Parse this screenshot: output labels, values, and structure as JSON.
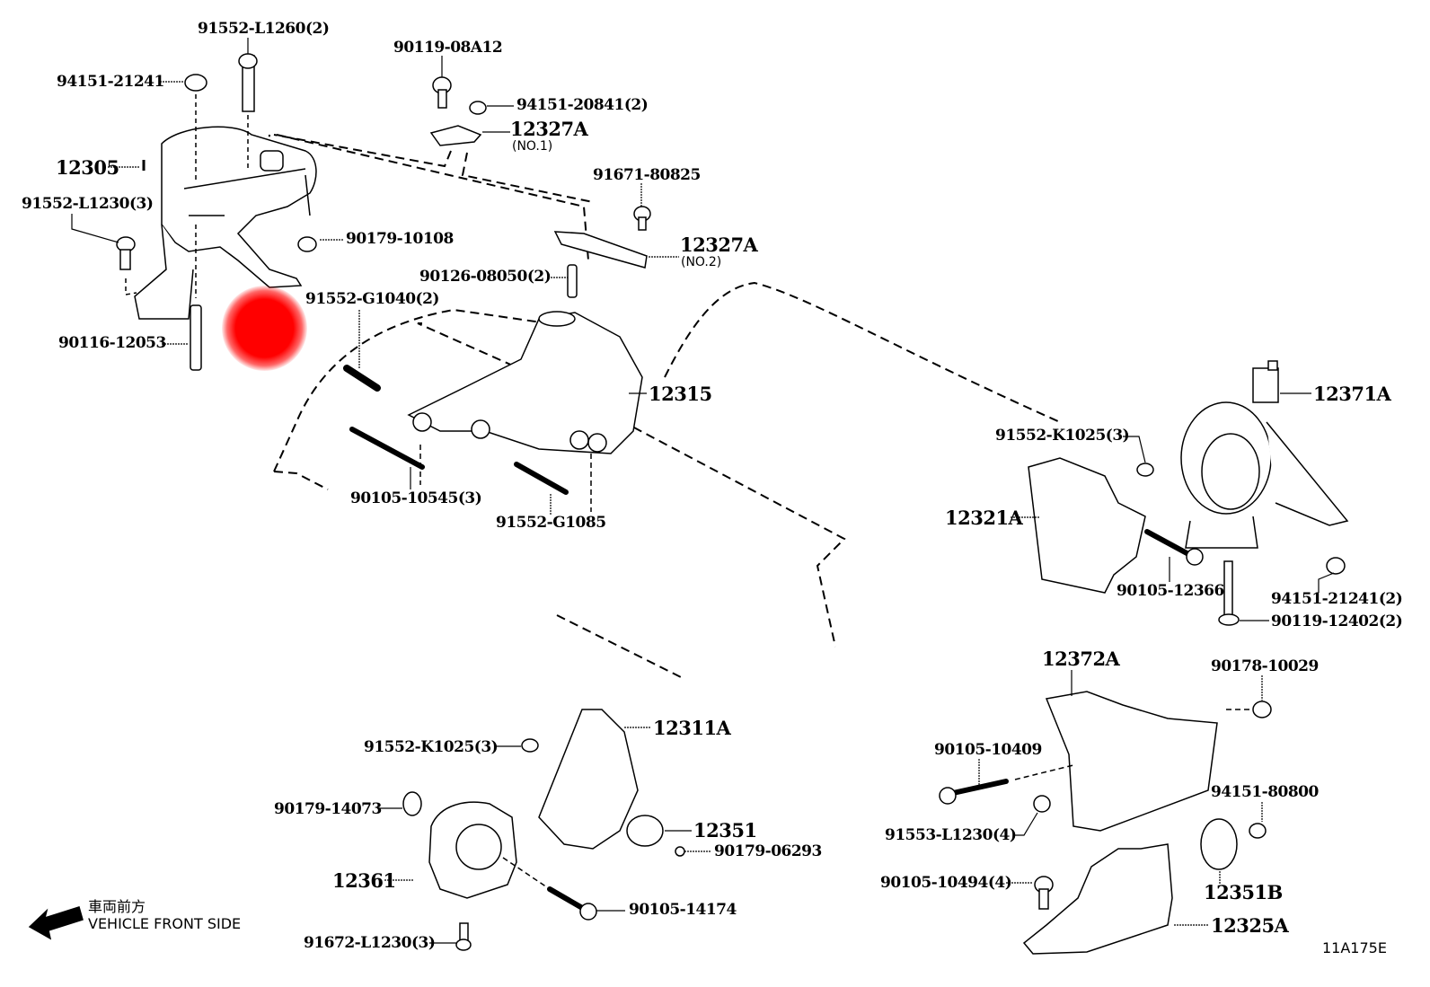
{
  "diagram": {
    "title_code": "11A175E",
    "orientation": {
      "japanese": "車両前方",
      "english": "VEHICLE FRONT SIDE",
      "arrow": "left-arrow-icon"
    },
    "marker": {
      "color": "#ff0000",
      "shape": "dot"
    },
    "parts": {
      "p91552_L1260": "91552-L1260(2)",
      "p94151_21241": "94151-21241",
      "p12305": "12305",
      "p91552_L1230": "91552-L1230(3)",
      "p90179_10108": "90179-10108",
      "p90116_12053": "90116-12053",
      "p90119_08A12": "90119-08A12",
      "p94151_20841": "94151-20841(2)",
      "p12327A_1": "12327A",
      "p12327A_1_sub": "(NO.1)",
      "p91671_80825": "91671-80825",
      "p12327A_2": "12327A",
      "p12327A_2_sub": "(NO.2)",
      "p90126_08050": "90126-08050(2)",
      "p91552_G1040": "91552-G1040(2)",
      "p12315": "12315",
      "p90105_10545": "90105-10545(3)",
      "p91552_G1085": "91552-G1085",
      "p91552_K1025_r": "91552-K1025(3)",
      "p12371A": "12371A",
      "p12321A": "12321A",
      "p90105_12366": "90105-12366",
      "p94151_21241_2": "94151-21241(2)",
      "p90119_12402": "90119-12402(2)",
      "p12372A": "12372A",
      "p90178_10029": "90178-10029",
      "p90105_10409": "90105-10409",
      "p94151_80800": "94151-80800",
      "p91553_L1230": "91553-L1230(4)",
      "p90105_10494": "90105-10494(4)",
      "p12351B": "12351B",
      "p12325A": "12325A",
      "p12311A": "12311A",
      "p91552_K1025_l": "91552-K1025(3)",
      "p90179_14073": "90179-14073",
      "p12351": "12351",
      "p90179_06293": "90179-06293",
      "p12361": "12361",
      "p90105_14174": "90105-14174",
      "p91672_L1230": "91672-L1230(3)"
    }
  }
}
